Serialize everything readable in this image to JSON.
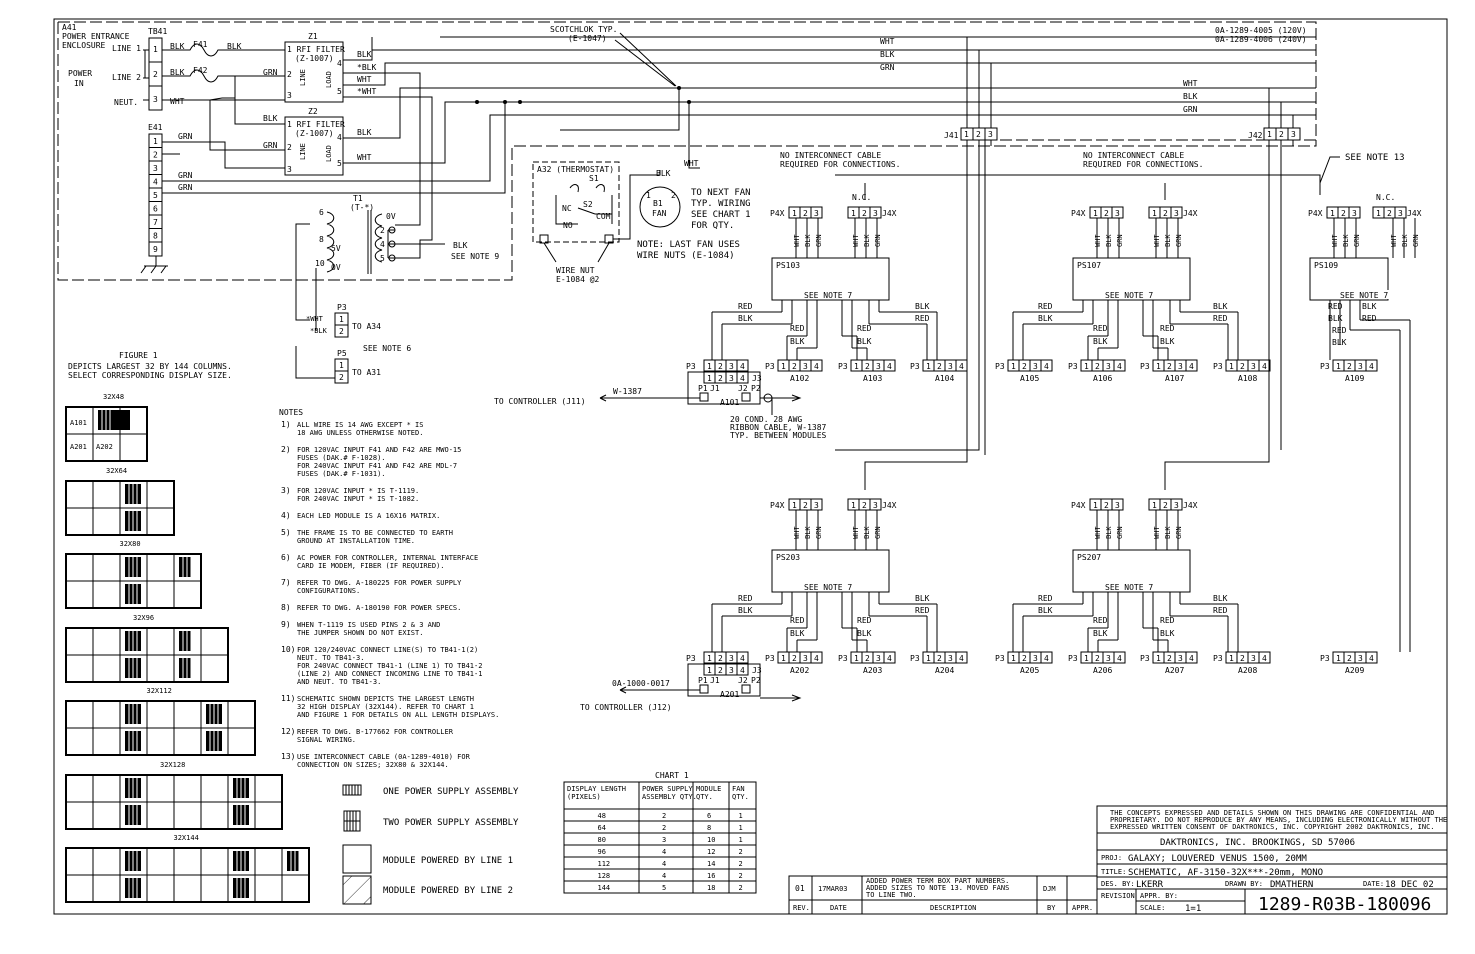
{
  "power": {
    "a41": "A41",
    "entrance": "POWER ENTRANCE",
    "enclosure": "ENCLOSURE",
    "line1": "LINE 1",
    "line2": "LINE 2",
    "power": "POWER",
    "in": "IN",
    "neut": "NEUT.",
    "tb41": "TB41",
    "e41": "E41",
    "f41": "F41",
    "f42": "F42",
    "z1": "Z1",
    "z2": "Z2",
    "rfi": "1 RFI FILTER",
    "z1007": "(Z-1007)",
    "line_word": "LINE",
    "load_word": "LOAD",
    "scotchlok": "SCOTCHLOK TYP.",
    "e1047": "(E-1047)",
    "part120": "0A-1289-4005 (120V)",
    "part240": "0A-1289-4006 (240V)",
    "j41": "J41",
    "j42": "J42"
  },
  "wires": {
    "blk": "BLK",
    "wht": "WHT",
    "grn": "GRN",
    "sblk": "*BLK",
    "swht": "*WHT",
    "red": "RED"
  },
  "thermostat": {
    "a32": "A32 (THERMOSTAT)",
    "s1": "S1",
    "s2": "S2",
    "nc": "NC",
    "no": "NO",
    "com": "COM",
    "wirenut": "WIRE NUT",
    "wirenut_part": "E-1084 @2",
    "b1": "B1",
    "fan": "FAN",
    "next_fan": [
      "TO NEXT FAN",
      "TYP. WIRING",
      "SEE CHART 1",
      "FOR QTY."
    ],
    "last_fan": [
      "NOTE: LAST FAN USES",
      "WIRE NUTS (E-1084)"
    ]
  },
  "transformer": {
    "t1": "T1",
    "tstar": "(T-*)",
    "p6": "6",
    "p8": "8",
    "p10": "10",
    "p2": "2",
    "p4": "4",
    "p5": "5",
    "v0a": "0V",
    "v5": "5V",
    "v0b": "0V",
    "blk": "BLK",
    "note9": "SEE NOTE 9",
    "p3": "P3",
    "p5c": "P5",
    "to_a34": "TO A34",
    "to_a31": "TO A31",
    "note6": "SEE NOTE 6"
  },
  "figure1": {
    "title": "FIGURE 1",
    "desc": [
      "DEPICTS LARGEST 32 BY 144 COLUMNS.",
      "SELECT CORRESPONDING DISPLAY SIZE."
    ],
    "sizes": [
      "32X48",
      "32X64",
      "32X80",
      "32X96",
      "32X112",
      "32X128",
      "32X144"
    ],
    "a101": "A101",
    "a201": "A201",
    "a202": "A202"
  },
  "legend": {
    "one_ps": "ONE POWER SUPPLY ASSEMBLY",
    "two_ps": "TWO POWER SUPPLY ASSEMBLY",
    "line1": "MODULE POWERED BY LINE 1",
    "line2": "MODULE POWERED BY LINE 2"
  },
  "notes": {
    "title": "NOTES",
    "items": [
      {
        "n": "1)",
        "lines": [
          "ALL WIRE IS 14 AWG EXCEPT * IS",
          "18 AWG UNLESS OTHERWISE NOTED."
        ]
      },
      {
        "n": "2)",
        "lines": [
          "FOR 120VAC INPUT F41 AND F42 ARE MWO-15",
          "FUSES (DAK.# F-1028).",
          "FOR 240VAC INPUT F41 AND F42 ARE MDL-7",
          "FUSES (DAK.# F-1031)."
        ]
      },
      {
        "n": "3)",
        "lines": [
          "FOR 120VAC INPUT * IS T-1119.",
          "FOR 240VAC INPUT * IS T-1082."
        ]
      },
      {
        "n": "4)",
        "lines": [
          "EACH LED MODULE IS A 16X16 MATRIX."
        ]
      },
      {
        "n": "5)",
        "lines": [
          "THE FRAME IS TO BE CONNECTED TO EARTH",
          "GROUND AT INSTALLATION TIME."
        ]
      },
      {
        "n": "6)",
        "lines": [
          "AC POWER FOR CONTROLLER, INTERNAL INTERFACE",
          "CARD IE MODEM, FIBER (IF REQUIRED)."
        ]
      },
      {
        "n": "7)",
        "lines": [
          "REFER TO DWG. A-180225 FOR POWER SUPPLY",
          "CONFIGURATIONS."
        ]
      },
      {
        "n": "8)",
        "lines": [
          "REFER TO DWG. A-180190 FOR POWER SPECS."
        ]
      },
      {
        "n": "9)",
        "lines": [
          "WHEN T-1119 IS USED PINS 2 & 3 AND",
          "THE JUMPER SHOWN DO NOT EXIST."
        ]
      },
      {
        "n": "10)",
        "lines": [
          "FOR 120/240VAC CONNECT LINE(S) TO TB41-1(2)",
          "NEUT. TO TB41-3.",
          "FOR 240VAC CONNECT TB41-1 (LINE 1) TO TB41-2",
          "(LINE 2) AND CONNECT INCOMING LINE TO TB41-1",
          "AND NEUT. TO TB41-3."
        ]
      },
      {
        "n": "11)",
        "lines": [
          "SCHEMATIC SHOWN DEPICTS THE LARGEST LENGTH",
          "32 HIGH DISPLAY (32X144). REFER TO CHART 1",
          "AND FIGURE 1 FOR DETAILS ON ALL LENGTH DISPLAYS."
        ]
      },
      {
        "n": "12)",
        "lines": [
          "REFER TO DWG. B-177662 FOR CONTROLLER",
          "SIGNAL WIRING."
        ]
      },
      {
        "n": "13)",
        "lines": [
          "USE INTERCONNECT CABLE (0A-1289-4010) FOR",
          "CONNECTION ON SIZES; 32X80 & 32X144."
        ]
      }
    ]
  },
  "chart1": {
    "title": "CHART 1",
    "headers": [
      [
        "DISPLAY LENGTH",
        "(PIXELS)"
      ],
      [
        "POWER SUPPLY",
        "ASSEMBLY QTY."
      ],
      [
        "MODULE",
        "QTY."
      ],
      [
        "FAN",
        "QTY."
      ]
    ],
    "rows": [
      [
        "48",
        "2",
        "6",
        "1"
      ],
      [
        "64",
        "2",
        "8",
        "1"
      ],
      [
        "80",
        "3",
        "10",
        "1"
      ],
      [
        "96",
        "4",
        "12",
        "2"
      ],
      [
        "112",
        "4",
        "14",
        "2"
      ],
      [
        "128",
        "4",
        "16",
        "2"
      ],
      [
        "144",
        "5",
        "18",
        "2"
      ]
    ]
  },
  "modules": {
    "no_cable": [
      "NO INTERCONNECT CABLE",
      "REQUIRED FOR CONNECTIONS."
    ],
    "see_note13": "SEE NOTE 13",
    "see_note7": "SEE NOTE 7",
    "nc": "N.C.",
    "p4x": "P4X",
    "j4x": "J4X",
    "p3": "P3",
    "pins3": [
      "1",
      "2",
      "3"
    ],
    "pins4": [
      "1",
      "2",
      "3",
      "4"
    ],
    "ps": [
      "PS103",
      "PS107",
      "PS109",
      "PS203",
      "PS207"
    ],
    "row1": [
      "A102",
      "A103",
      "A104",
      "A105",
      "A106",
      "A107",
      "A108",
      "A109"
    ],
    "row2": [
      "A202",
      "A203",
      "A204",
      "A205",
      "A206",
      "A207",
      "A208",
      "A209"
    ],
    "a101": "A101",
    "a201": "A201",
    "p1": "P1",
    "j1": "J1",
    "j2": "J2",
    "p2": "P2",
    "j3": "J3",
    "w1387": "W-1387",
    "to_ctrl_j11": "TO CONTROLLER (J11)",
    "to_ctrl_j12": "TO CONTROLLER (J12)",
    "cable_0a": "0A-1000-0017",
    "ribbon": [
      "20 COND. 28 AWG",
      "RIBBON CABLE,  W-1387",
      "TYP. BETWEEN MODULES"
    ]
  },
  "titleblock": {
    "confidential": [
      "THE CONCEPTS EXPRESSED AND DETAILS SHOWN ON THIS DRAWING ARE CONFIDENTIAL AND",
      "PROPRIETARY.  DO NOT REPRODUCE BY ANY MEANS, INCLUDING ELECTRONICALLY WITHOUT THE",
      "EXPRESSED WRITTEN CONSENT OF DAKTRONICS, INC.              COPYRIGHT 2002 DAKTRONICS, INC."
    ],
    "company": "DAKTRONICS, INC.   BROOKINGS, SD 57006",
    "proj_label": "PROJ:",
    "proj": "GALAXY; LOUVERED VENUS 1500, 20MM",
    "title_label": "TITLE:",
    "title": "SCHEMATIC, AF-3150-32X***-20mm, MONO",
    "des_label": "DES. BY:",
    "des": "LKERR",
    "drawn_label": "DRAWN BY:",
    "drawn": "DMATHERN",
    "date_label": "DATE:",
    "date": "18 DEC 02",
    "revision": "REVISION",
    "appr_label": "APPR. BY:",
    "scale_label": "SCALE:",
    "scale": "1=1",
    "dwg_no": "1289-R03B-180096",
    "rev": {
      "rev": "01",
      "date": "17MAR03",
      "desc": [
        "ADDED POWER TERM BOX PART NUMBERS.",
        "ADDED SIZES TO NOTE 13. MOVED FANS",
        "TO LINE TWO."
      ],
      "by": "DJM"
    },
    "rev_headers": [
      "REV.",
      "DATE",
      "DESCRIPTION",
      "BY",
      "APPR."
    ]
  }
}
